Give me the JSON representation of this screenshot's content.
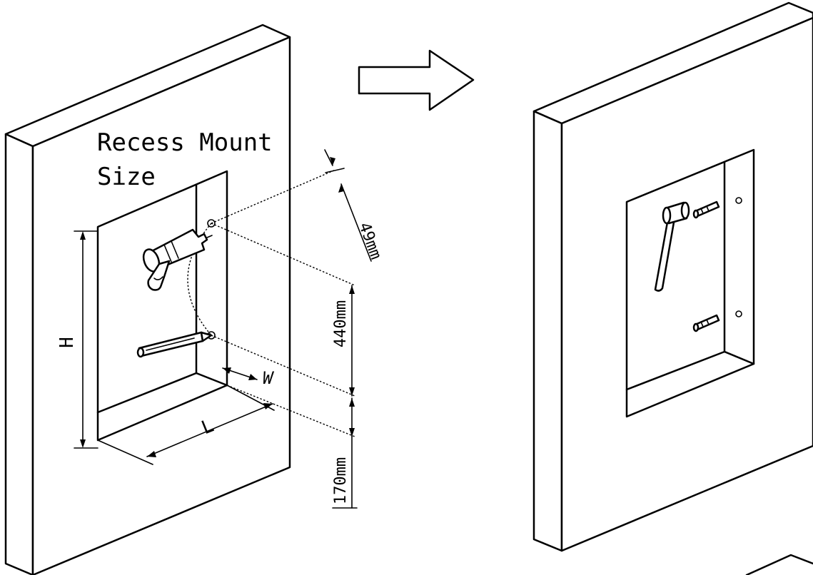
{
  "diagram": {
    "title_line1": "Recess Mount",
    "title_line2": "Size",
    "label_h": "H",
    "label_l": "L",
    "label_w": "W",
    "dim_top": "49mm",
    "dim_middle": "440mm",
    "dim_bottom": "170mm"
  }
}
